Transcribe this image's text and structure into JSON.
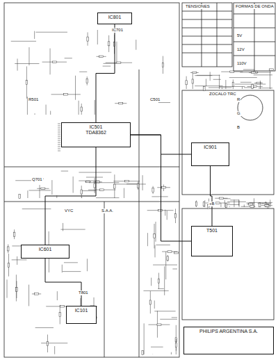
{
  "diagram": {
    "nodes": [
      {
        "text": [
          "IC801"
        ]
      },
      {
        "text": [
          "IC501",
          "TDA8362"
        ]
      },
      {
        "text": [
          "IC901"
        ]
      },
      {
        "text": [
          "IC601"
        ]
      },
      {
        "text": [
          "T501"
        ]
      },
      {
        "text": [
          "IC101"
        ]
      },
      {
        "text": [
          "PHILIPS ARGENTINA S.A."
        ]
      }
    ],
    "edges": [
      {
        "from": 0,
        "to": 1,
        "arrow": "none"
      },
      {
        "from": 1,
        "to": 2,
        "arrow": "none"
      },
      {
        "from": 1,
        "to": 3,
        "arrow": "none"
      },
      {
        "from": 3,
        "to": 5,
        "arrow": "none"
      },
      {
        "from": 4,
        "to": 2,
        "arrow": "none"
      },
      {
        "from": 1,
        "to": 4,
        "arrow": "none"
      }
    ],
    "labels": [
      "TENSIONES",
      "FORMAS DE ONDA",
      "ZOCALO TRC",
      "VYC",
      "S.A.A.",
      "T801",
      "Q701",
      "IC701",
      "R501",
      "C501",
      "+B",
      "110V",
      "12V",
      "5V",
      "R",
      "G",
      "B"
    ]
  }
}
